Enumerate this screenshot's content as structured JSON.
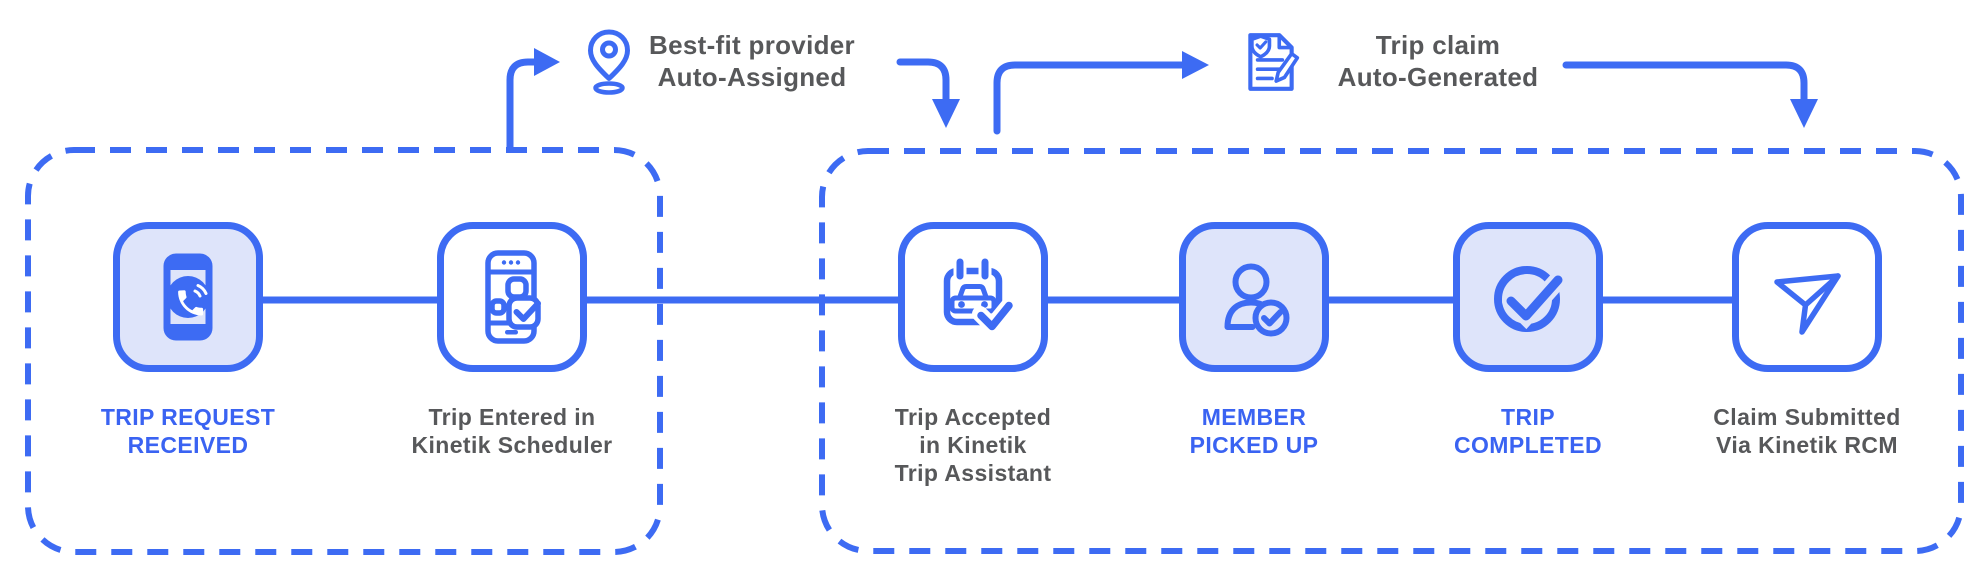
{
  "theme": {
    "accent": "#3D6BF3",
    "tile_fill_light": "#DEE4FA",
    "tile_fill_white": "#FFFFFF",
    "text_gray": "#57585A",
    "text_blue": "#3A63F2",
    "background": "#FFFFFF"
  },
  "annotations": [
    {
      "icon": "location-pin-icon",
      "line1": "Best-fit provider",
      "line2": "Auto-Assigned"
    },
    {
      "icon": "claim-document-icon",
      "line1": "Trip claim",
      "line2": "Auto-Generated"
    }
  ],
  "steps": [
    {
      "icon": "phone-call-icon",
      "line1": "TRIP REQUEST",
      "line2": "RECEIVED",
      "style": "highlight"
    },
    {
      "icon": "phone-check-icon",
      "line1": "Trip Entered in",
      "line2": "Kinetik Scheduler",
      "style": "normal"
    },
    {
      "icon": "calendar-car-icon",
      "line1": "Trip Accepted",
      "line2": "in Kinetik",
      "line3": "Trip Assistant",
      "style": "normal"
    },
    {
      "icon": "member-check-icon",
      "line1": "MEMBER",
      "line2": "PICKED UP",
      "style": "highlight"
    },
    {
      "icon": "trip-completed-check-icon",
      "line1": "TRIP",
      "line2": "COMPLETED",
      "style": "highlight"
    },
    {
      "icon": "paper-plane-icon",
      "line1": "Claim Submitted",
      "line2": "Via Kinetik RCM",
      "style": "normal"
    }
  ]
}
